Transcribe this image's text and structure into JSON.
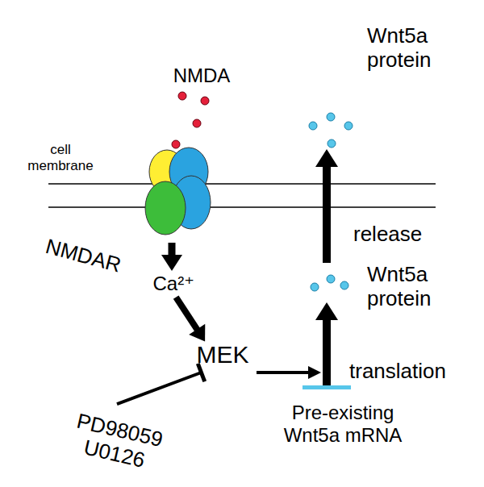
{
  "diagram": {
    "nodes": [
      {
        "text": [
          "NMDAR"
        ]
      },
      {
        "text": [
          "Ca²⁺"
        ]
      },
      {
        "text": [
          "MEK"
        ]
      },
      {
        "text": [
          "PD98059 U0126"
        ]
      },
      {
        "text": [
          "Pre-existing Wnt5a mRNA"
        ]
      },
      {
        "text": [
          "Wnt5a protein"
        ]
      },
      {
        "text": [
          "Wnt5a protein"
        ]
      }
    ],
    "edges": [
      {
        "from": 0,
        "to": 1,
        "arrow": "to"
      },
      {
        "from": 1,
        "to": 2,
        "arrow": "to"
      },
      {
        "from": 3,
        "to": 2,
        "arrow": "to"
      },
      {
        "from": 4,
        "to": 5,
        "label": "translation",
        "arrow": "to"
      },
      {
        "from": 5,
        "to": 6,
        "label": "release",
        "arrow": "to"
      }
    ],
    "labels": [
      "NMDA",
      "cell membrane"
    ]
  }
}
